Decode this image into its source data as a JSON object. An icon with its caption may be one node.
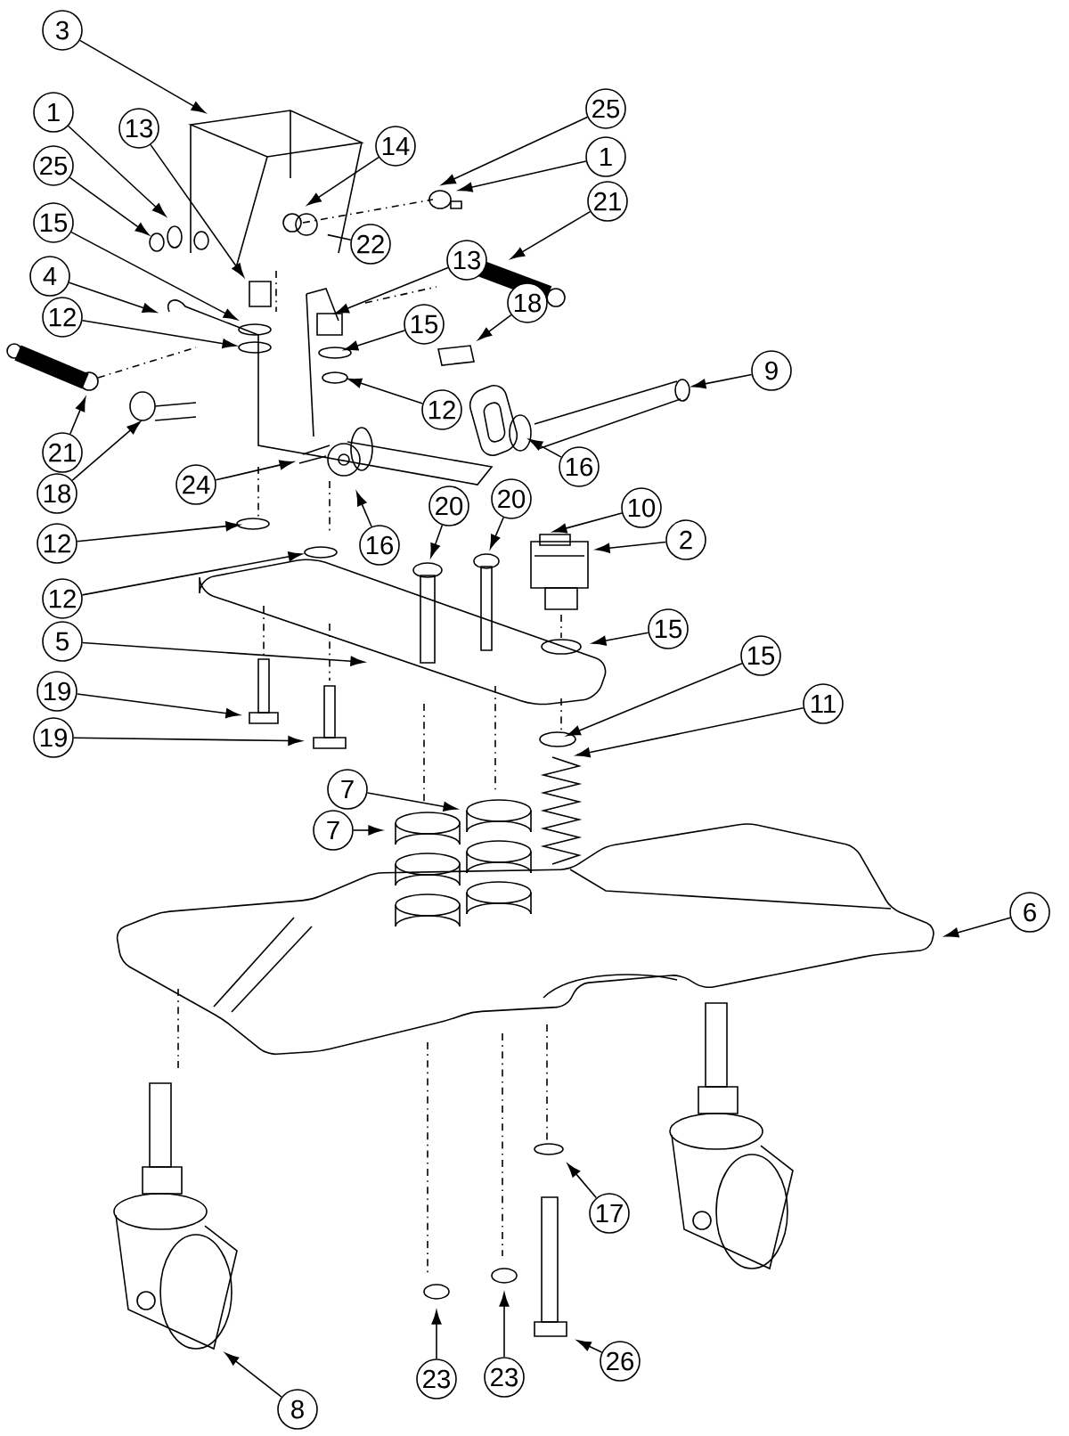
{
  "diagram": {
    "nodes": [
      {
        "text": [
          "3"
        ]
      },
      {
        "text": [
          "25"
        ]
      },
      {
        "text": [
          "1"
        ]
      },
      {
        "text": [
          "13"
        ]
      },
      {
        "text": [
          "14"
        ]
      },
      {
        "text": [
          "1"
        ]
      },
      {
        "text": [
          "25"
        ]
      },
      {
        "text": [
          "21"
        ]
      },
      {
        "text": [
          "15"
        ]
      },
      {
        "text": [
          "22"
        ]
      },
      {
        "text": [
          "13"
        ]
      },
      {
        "text": [
          "4"
        ]
      },
      {
        "text": [
          "12"
        ]
      },
      {
        "text": [
          "15"
        ]
      },
      {
        "text": [
          "18"
        ]
      },
      {
        "text": [
          "9"
        ]
      },
      {
        "text": [
          "12"
        ]
      },
      {
        "text": [
          "21"
        ]
      },
      {
        "text": [
          "16"
        ]
      },
      {
        "text": [
          "24"
        ]
      },
      {
        "text": [
          "18"
        ]
      },
      {
        "text": [
          "10"
        ]
      },
      {
        "text": [
          "20"
        ]
      },
      {
        "text": [
          "20"
        ]
      },
      {
        "text": [
          "16"
        ]
      },
      {
        "text": [
          "2"
        ]
      },
      {
        "text": [
          "12"
        ]
      },
      {
        "text": [
          "12"
        ]
      },
      {
        "text": [
          "15"
        ]
      },
      {
        "text": [
          "5"
        ]
      },
      {
        "text": [
          "15"
        ]
      },
      {
        "text": [
          "19"
        ]
      },
      {
        "text": [
          "11"
        ]
      },
      {
        "text": [
          "19"
        ]
      },
      {
        "text": [
          "7"
        ]
      },
      {
        "text": [
          "7"
        ]
      },
      {
        "text": [
          "6"
        ]
      },
      {
        "text": [
          "17"
        ]
      },
      {
        "text": [
          "26"
        ]
      },
      {
        "text": [
          "23"
        ]
      },
      {
        "text": [
          "23"
        ]
      },
      {
        "text": [
          "8"
        ]
      }
    ],
    "edges": [
      {
        "from": 0,
        "to": null,
        "arrow": "to"
      },
      {
        "from": 1,
        "to": null,
        "arrow": "to"
      },
      {
        "from": 2,
        "to": null,
        "arrow": "to"
      },
      {
        "from": 3,
        "to": null,
        "arrow": "to"
      },
      {
        "from": 4,
        "to": null,
        "arrow": "to"
      },
      {
        "from": 5,
        "to": null,
        "arrow": "to"
      },
      {
        "from": 6,
        "to": null,
        "arrow": "to"
      },
      {
        "from": 7,
        "to": null,
        "arrow": "to"
      },
      {
        "from": 8,
        "to": null,
        "arrow": "to"
      },
      {
        "from": 9,
        "to": null,
        "arrow": "none"
      },
      {
        "from": 10,
        "to": null,
        "arrow": "to"
      },
      {
        "from": 11,
        "to": null,
        "arrow": "to"
      },
      {
        "from": 12,
        "to": null,
        "arrow": "to"
      },
      {
        "from": 13,
        "to": null,
        "arrow": "to"
      },
      {
        "from": 14,
        "to": null,
        "arrow": "to"
      },
      {
        "from": 15,
        "to": null,
        "arrow": "to"
      },
      {
        "from": 16,
        "to": null,
        "arrow": "to"
      },
      {
        "from": 17,
        "to": null,
        "arrow": "to"
      },
      {
        "from": 18,
        "to": null,
        "arrow": "to"
      },
      {
        "from": 19,
        "to": null,
        "arrow": "to"
      },
      {
        "from": 20,
        "to": null,
        "arrow": "to"
      },
      {
        "from": 21,
        "to": null,
        "arrow": "to"
      },
      {
        "from": 22,
        "to": null,
        "arrow": "to"
      },
      {
        "from": 23,
        "to": null,
        "arrow": "to"
      },
      {
        "from": 24,
        "to": null,
        "arrow": "to"
      },
      {
        "from": 25,
        "to": null,
        "arrow": "to"
      },
      {
        "from": 26,
        "to": null,
        "arrow": "to"
      },
      {
        "from": 27,
        "to": null,
        "arrow": "to"
      },
      {
        "from": 28,
        "to": null,
        "arrow": "to"
      },
      {
        "from": 29,
        "to": null,
        "arrow": "to"
      },
      {
        "from": 30,
        "to": null,
        "arrow": "to"
      },
      {
        "from": 31,
        "to": null,
        "arrow": "to"
      },
      {
        "from": 32,
        "to": null,
        "arrow": "to"
      },
      {
        "from": 33,
        "to": null,
        "arrow": "to"
      },
      {
        "from": 34,
        "to": null,
        "arrow": "to"
      },
      {
        "from": 35,
        "to": null,
        "arrow": "to"
      },
      {
        "from": 36,
        "to": null,
        "arrow": "to"
      },
      {
        "from": 37,
        "to": null,
        "arrow": "to"
      },
      {
        "from": 38,
        "to": null,
        "arrow": "to"
      },
      {
        "from": 39,
        "to": null,
        "arrow": "to"
      },
      {
        "from": 40,
        "to": null,
        "arrow": "to"
      },
      {
        "from": 41,
        "to": null,
        "arrow": "to"
      }
    ]
  }
}
